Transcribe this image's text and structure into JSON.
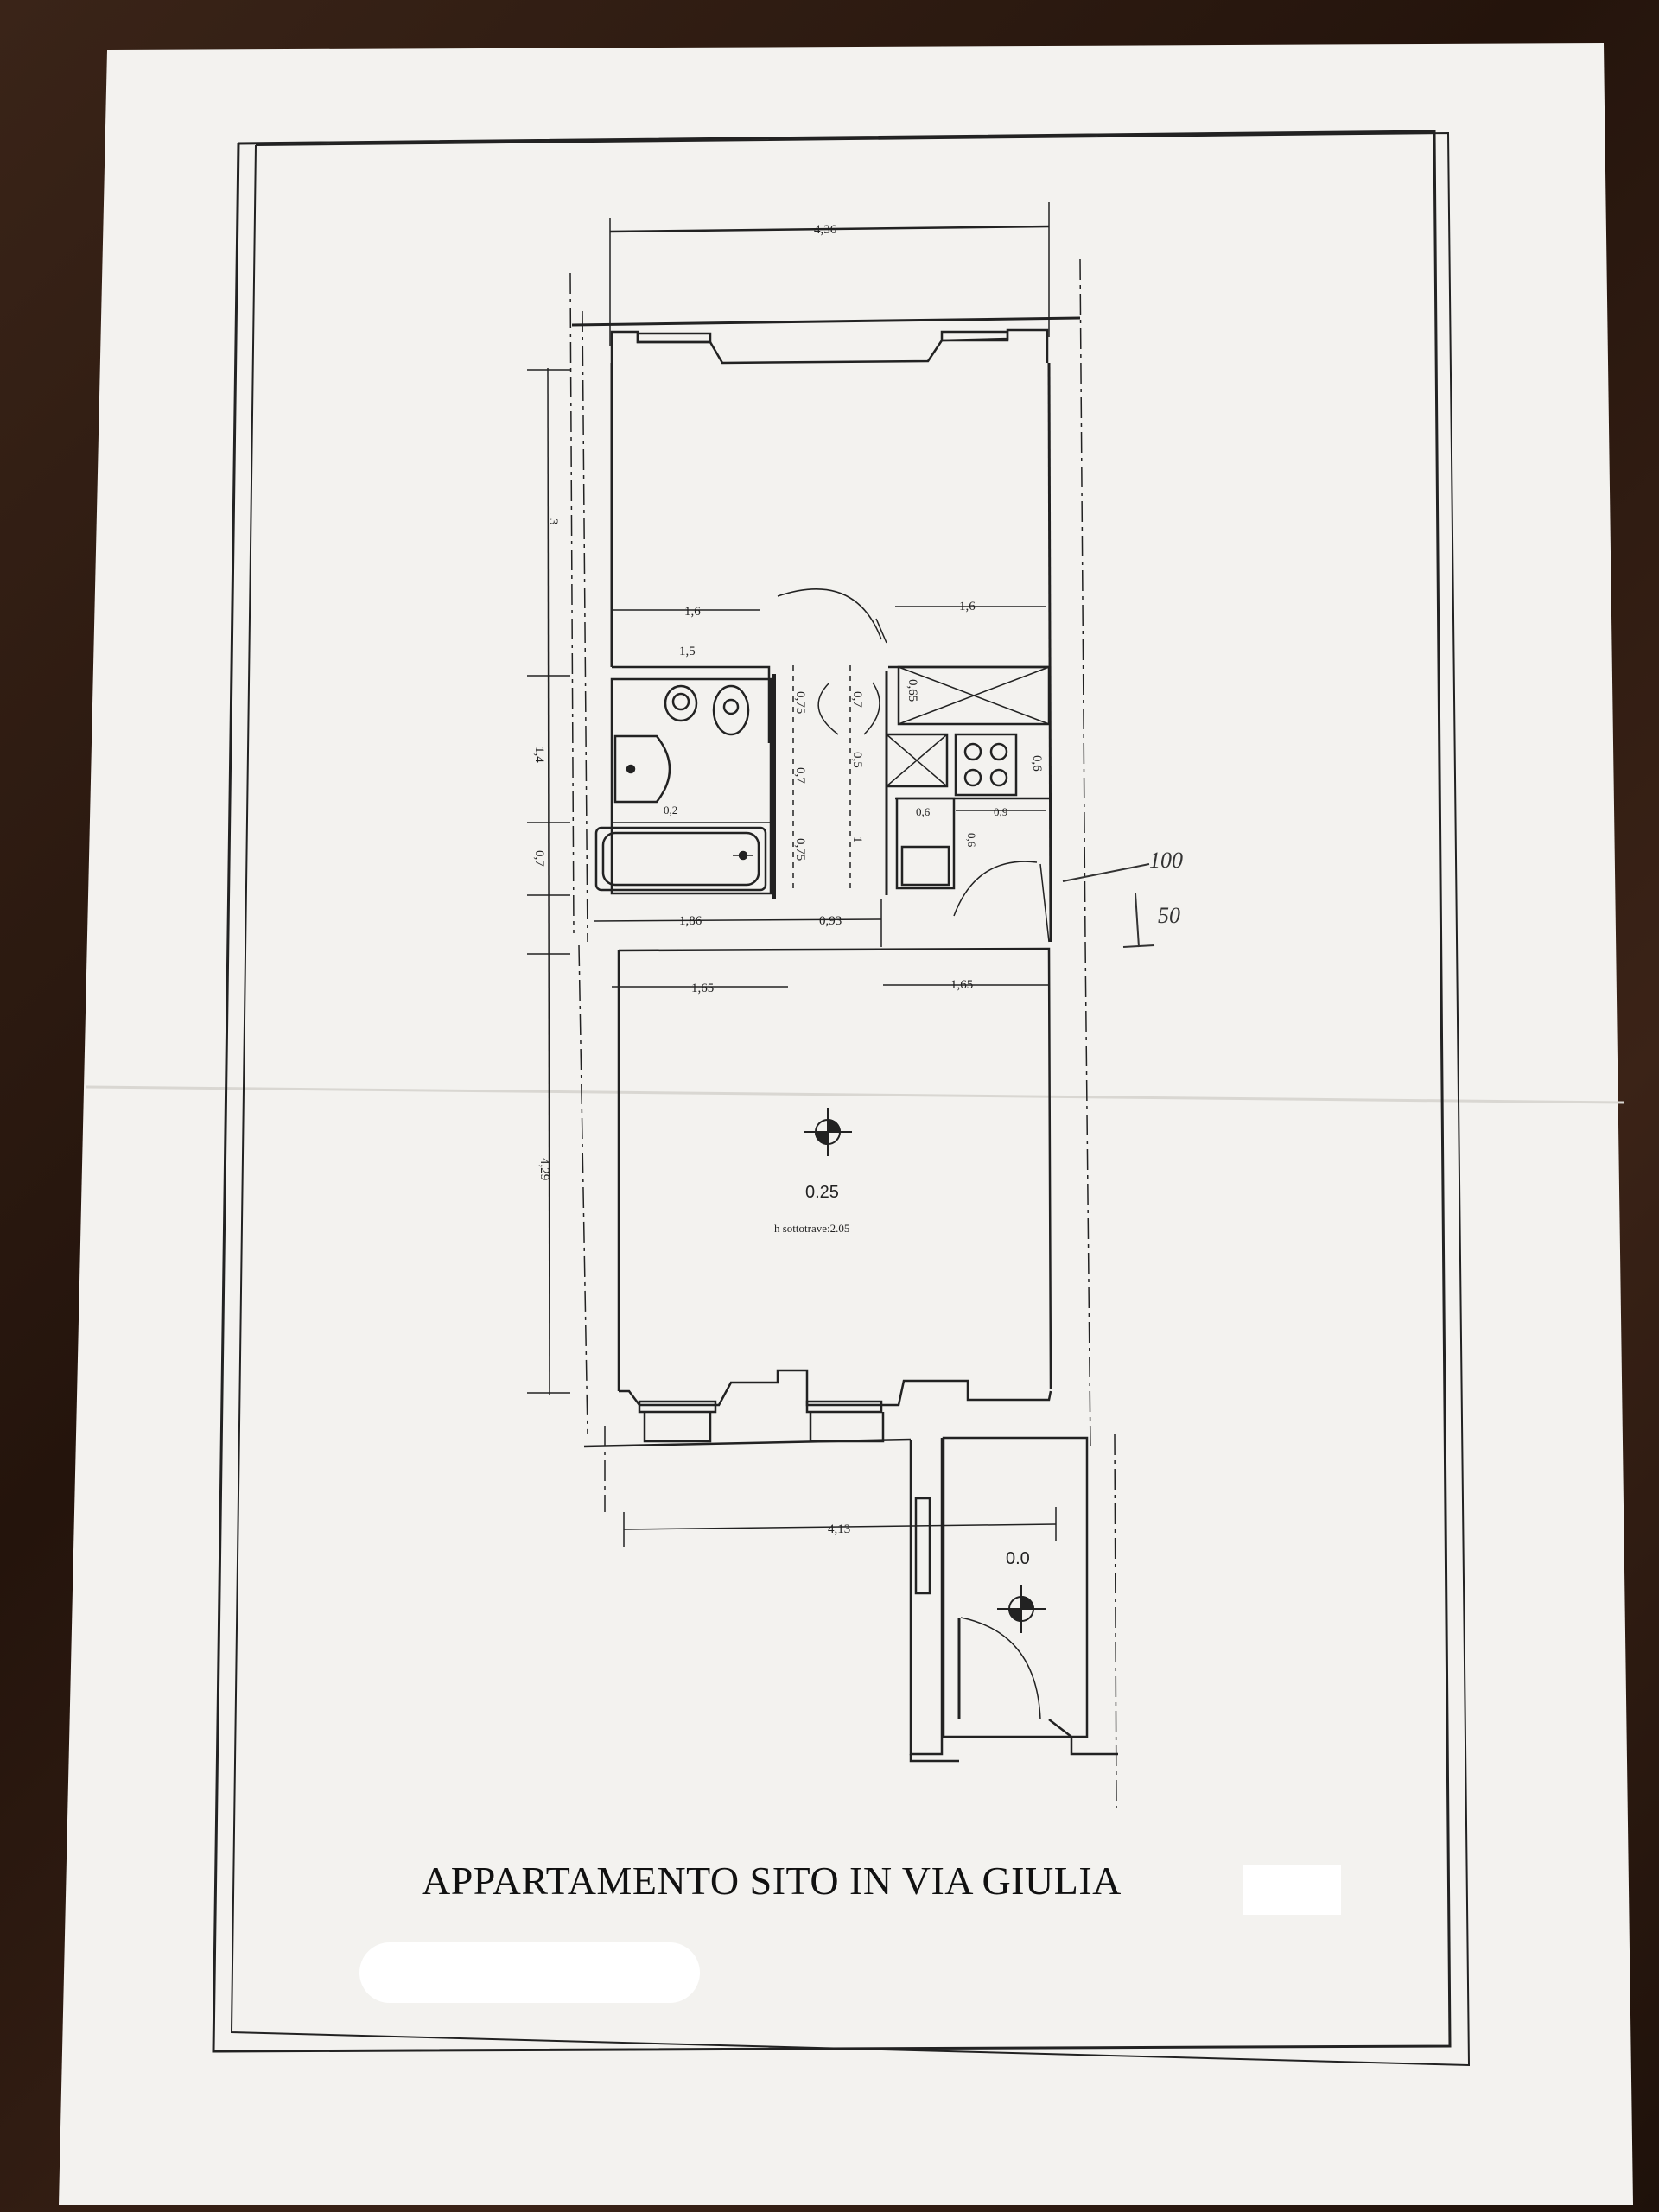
{
  "title": "APPARTAMENTO SITO IN VIA GIULIA",
  "dimensions": {
    "top_width": "4,36",
    "bottom_width": "4,13",
    "left_room_height": "3",
    "bath_height": "1,4",
    "tub_height": "0,7",
    "living_height": "4,29",
    "bedroom_left": "1,6",
    "bedroom_right": "1,6",
    "bath_width": "1,5",
    "wc_gap": "0,75",
    "hall_a": "0,7",
    "hall_b": "0,7",
    "hall_c": "0,5",
    "hall_d": "1",
    "hall_e": "0,75",
    "sink_gap": "0,2",
    "shower_h": "0,65",
    "stove_h": "0,6",
    "stove_w": "0,9",
    "kit_w": "0,6",
    "kit_h": "0,6",
    "bath_lower_w": "1,86",
    "hall_lower_w": "0,93",
    "living_left": "1,65",
    "living_right": "1,65"
  },
  "levels": {
    "main_level": "0.25",
    "beam_height": "h sottotrave:2.05",
    "entry_level": "0.0"
  },
  "handwritten": {
    "note_top": "100",
    "note_bottom": "50"
  }
}
